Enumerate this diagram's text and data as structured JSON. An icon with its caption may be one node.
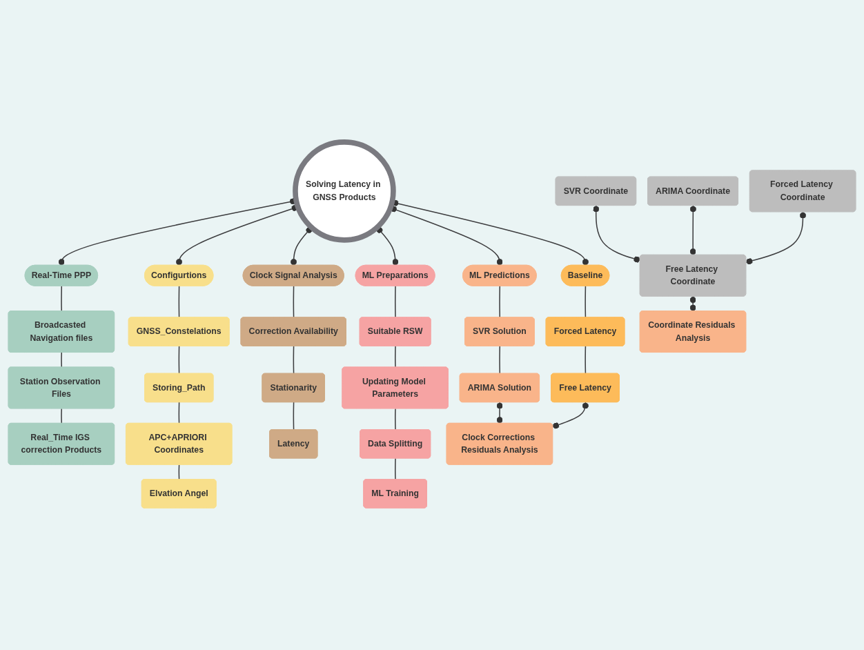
{
  "diagram": {
    "nodes": [
      {
        "text": [
          "Solving Latency in GNSS Products"
        ]
      },
      {
        "text": [
          "Real-Time PPP"
        ]
      },
      {
        "text": [
          "Broadcasted Navigation files"
        ]
      },
      {
        "text": [
          "Station Observation Files"
        ]
      },
      {
        "text": [
          "Real_Time IGS correction Products"
        ]
      },
      {
        "text": [
          "Configurtions"
        ]
      },
      {
        "text": [
          "GNSS_Constelations"
        ]
      },
      {
        "text": [
          "Storing_Path"
        ]
      },
      {
        "text": [
          "APC+APRIORI Coordinates"
        ]
      },
      {
        "text": [
          "Elvation Angel"
        ]
      },
      {
        "text": [
          "Clock Signal Analysis"
        ]
      },
      {
        "text": [
          "Correction Availability"
        ]
      },
      {
        "text": [
          "Stationarity"
        ]
      },
      {
        "text": [
          "Latency"
        ]
      },
      {
        "text": [
          "ML Preparations"
        ]
      },
      {
        "text": [
          "Suitable RSW"
        ]
      },
      {
        "text": [
          "Updating Model Parameters"
        ]
      },
      {
        "text": [
          "Data Splitting"
        ]
      },
      {
        "text": [
          "ML Training"
        ]
      },
      {
        "text": [
          "ML Predictions"
        ]
      },
      {
        "text": [
          "SVR Solution"
        ]
      },
      {
        "text": [
          "ARIMA Solution"
        ]
      },
      {
        "text": [
          "Baseline"
        ]
      },
      {
        "text": [
          "Forced Latency"
        ]
      },
      {
        "text": [
          "Free Latency"
        ]
      },
      {
        "text": [
          "Clock Corrections Residuals Analysis"
        ]
      },
      {
        "text": [
          "SVR Coordinate"
        ]
      },
      {
        "text": [
          "ARIMA Coordinate"
        ]
      },
      {
        "text": [
          "Forced Latency Coordinate"
        ]
      },
      {
        "text": [
          "Free Latency Coordinate"
        ]
      },
      {
        "text": [
          "Coordinate Residuals Analysis"
        ]
      }
    ],
    "edges": [
      {
        "from": 0,
        "to": 1,
        "arrow": "other"
      },
      {
        "from": 0,
        "to": 5,
        "arrow": "other"
      },
      {
        "from": 0,
        "to": 10,
        "arrow": "other"
      },
      {
        "from": 0,
        "to": 14,
        "arrow": "other"
      },
      {
        "from": 0,
        "to": 19,
        "arrow": "other"
      },
      {
        "from": 0,
        "to": 22,
        "arrow": "other"
      },
      {
        "from": 1,
        "to": 2,
        "arrow": "none"
      },
      {
        "from": 2,
        "to": 3,
        "arrow": "none"
      },
      {
        "from": 3,
        "to": 4,
        "arrow": "none"
      },
      {
        "from": 5,
        "to": 6,
        "arrow": "none"
      },
      {
        "from": 6,
        "to": 7,
        "arrow": "none"
      },
      {
        "from": 7,
        "to": 8,
        "arrow": "none"
      },
      {
        "from": 8,
        "to": 9,
        "arrow": "none"
      },
      {
        "from": 10,
        "to": 11,
        "arrow": "none"
      },
      {
        "from": 11,
        "to": 12,
        "arrow": "none"
      },
      {
        "from": 12,
        "to": 13,
        "arrow": "none"
      },
      {
        "from": 14,
        "to": 15,
        "arrow": "none"
      },
      {
        "from": 15,
        "to": 16,
        "arrow": "none"
      },
      {
        "from": 16,
        "to": 17,
        "arrow": "none"
      },
      {
        "from": 17,
        "to": 18,
        "arrow": "none"
      },
      {
        "from": 19,
        "to": 20,
        "arrow": "none"
      },
      {
        "from": 20,
        "to": 21,
        "arrow": "none"
      },
      {
        "from": 22,
        "to": 23,
        "arrow": "none"
      },
      {
        "from": 23,
        "to": 24,
        "arrow": "none"
      },
      {
        "from": 21,
        "to": 25,
        "arrow": "other"
      },
      {
        "from": 24,
        "to": 25,
        "arrow": "other"
      },
      {
        "from": 26,
        "to": 29,
        "arrow": "other"
      },
      {
        "from": 27,
        "to": 29,
        "arrow": "other"
      },
      {
        "from": 28,
        "to": 29,
        "arrow": "other"
      },
      {
        "from": 29,
        "to": 30,
        "arrow": "other"
      }
    ]
  }
}
